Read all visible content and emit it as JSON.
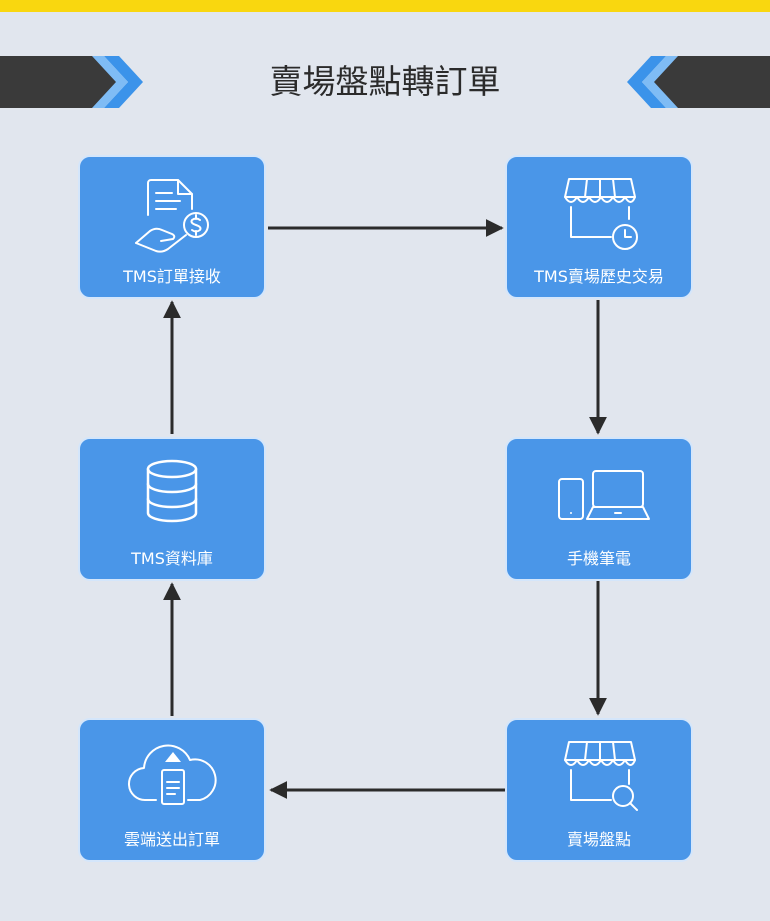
{
  "page": {
    "title": "賣場盤點轉訂單"
  },
  "colors": {
    "accent": "#f9d70f",
    "node": "#4a96e8",
    "node_border": "#d4e6fb",
    "arrow": "#2b2b2b",
    "chevron": "#3b93ea",
    "banner": "#3a3a3a"
  },
  "nodes": [
    {
      "id": "n1",
      "label": "TMS訂單接收",
      "icon": "receipt-dollar-icon"
    },
    {
      "id": "n2",
      "label": "TMS賣場歷史交易",
      "icon": "store-clock-icon"
    },
    {
      "id": "n3",
      "label": "手機筆電",
      "icon": "phone-laptop-icon"
    },
    {
      "id": "n4",
      "label": "賣場盤點",
      "icon": "store-search-icon"
    },
    {
      "id": "n5",
      "label": "雲端送出訂單",
      "icon": "cloud-upload-icon"
    },
    {
      "id": "n6",
      "label": "TMS資料庫",
      "icon": "database-icon"
    }
  ],
  "edges": [
    {
      "from": "n1",
      "to": "n2"
    },
    {
      "from": "n2",
      "to": "n3"
    },
    {
      "from": "n3",
      "to": "n4"
    },
    {
      "from": "n4",
      "to": "n5"
    },
    {
      "from": "n5",
      "to": "n6"
    },
    {
      "from": "n6",
      "to": "n1"
    }
  ]
}
